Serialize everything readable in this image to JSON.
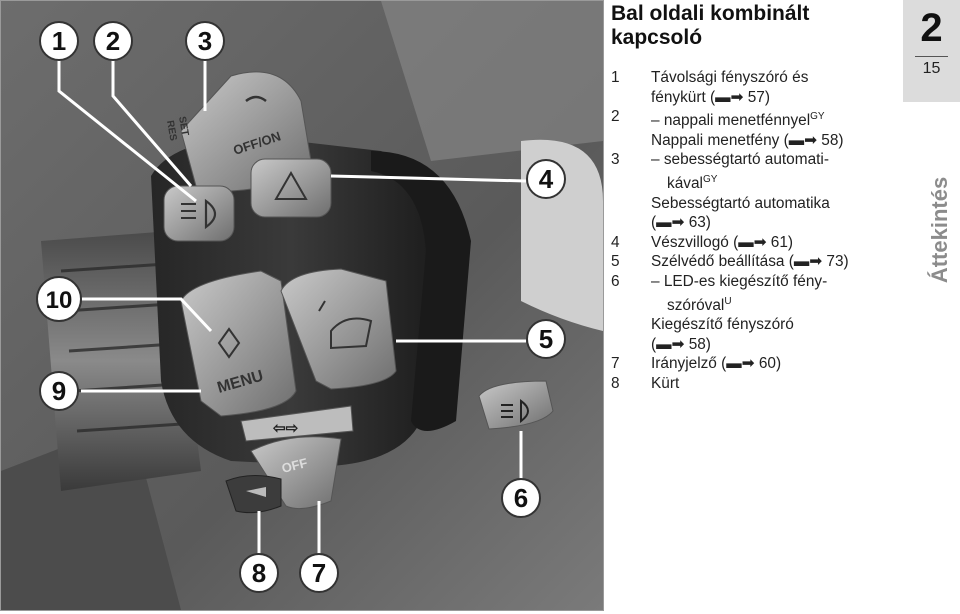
{
  "heading": {
    "line1": "Bal oldali kombinált",
    "line2": "kapcsoló"
  },
  "legend": [
    {
      "num": "1",
      "lines": [
        {
          "text": "Távolsági fényszóró és",
          "indent": false
        },
        {
          "text": "fénykürt (▬➡ 57)",
          "indent": false
        }
      ]
    },
    {
      "num": "2",
      "lines": [
        {
          "text": "– nappali menetfénnyel",
          "sup": "GY",
          "indent": false
        },
        {
          "text": "Nappali menetfény (▬➡ 58)",
          "indent": false
        }
      ]
    },
    {
      "num": "3",
      "lines": [
        {
          "text": "– sebességtartó automati-",
          "indent": false
        },
        {
          "text": "kával",
          "sup": "GY",
          "indent": true
        },
        {
          "text": "Sebességtartó automatika",
          "indent": false
        },
        {
          "text": "(▬➡ 63)",
          "indent": false
        }
      ]
    },
    {
      "num": "4",
      "lines": [
        {
          "text": "Vészvillogó (▬➡ 61)",
          "indent": false
        }
      ]
    },
    {
      "num": "5",
      "lines": [
        {
          "text": "Szélvédő beállítása (▬➡ 73)",
          "indent": false
        }
      ]
    },
    {
      "num": "6",
      "lines": [
        {
          "text": "– LED-es kiegészítő fény-",
          "indent": false
        },
        {
          "text": "szóróval",
          "sup": "U",
          "indent": true
        },
        {
          "text": "Kiegészítő fényszóró",
          "indent": false
        },
        {
          "text": "(▬➡ 58)",
          "indent": false
        }
      ]
    },
    {
      "num": "7",
      "lines": [
        {
          "text": "Irányjelző (▬➡ 60)",
          "indent": false
        }
      ]
    },
    {
      "num": "8",
      "lines": [
        {
          "text": "Kürt",
          "indent": false
        }
      ]
    }
  ],
  "tab": {
    "chapter": "2",
    "page": "15",
    "section": "Áttekintés"
  },
  "figure": {
    "callouts": [
      "1",
      "2",
      "3",
      "4",
      "5",
      "6",
      "7",
      "8",
      "9",
      "10"
    ],
    "button_labels": {
      "set_res": "SET",
      "set_res_2": "RES",
      "cruise_off_on": "OFF/ON",
      "menu": "MENU",
      "turn_off": "OFF"
    }
  },
  "colors": {
    "tab_background": "#dcdcdc",
    "section_label": "#8c8c8c",
    "switch_housing": "#2b2b2b",
    "button_face": "#9a9a9a"
  }
}
